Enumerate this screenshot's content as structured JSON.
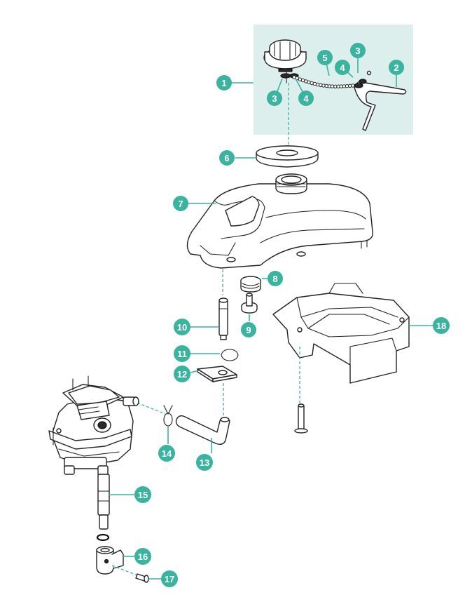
{
  "colors": {
    "accent": "#3ab39f",
    "inset_background": "#dcefec",
    "line": "#222222"
  },
  "callouts": [
    {
      "id": "c1",
      "label": "1"
    },
    {
      "id": "c2",
      "label": "2"
    },
    {
      "id": "c3a",
      "label": "3"
    },
    {
      "id": "c3b",
      "label": "3"
    },
    {
      "id": "c4a",
      "label": "4"
    },
    {
      "id": "c4b",
      "label": "4"
    },
    {
      "id": "c5",
      "label": "5"
    },
    {
      "id": "c6",
      "label": "6"
    },
    {
      "id": "c7",
      "label": "7"
    },
    {
      "id": "c8",
      "label": "8"
    },
    {
      "id": "c9",
      "label": "9"
    },
    {
      "id": "c10",
      "label": "10"
    },
    {
      "id": "c11",
      "label": "11"
    },
    {
      "id": "c12",
      "label": "12"
    },
    {
      "id": "c13",
      "label": "13"
    },
    {
      "id": "c14",
      "label": "14"
    },
    {
      "id": "c15",
      "label": "15"
    },
    {
      "id": "c16",
      "label": "16"
    },
    {
      "id": "c17",
      "label": "17"
    },
    {
      "id": "c18",
      "label": "18"
    }
  ]
}
